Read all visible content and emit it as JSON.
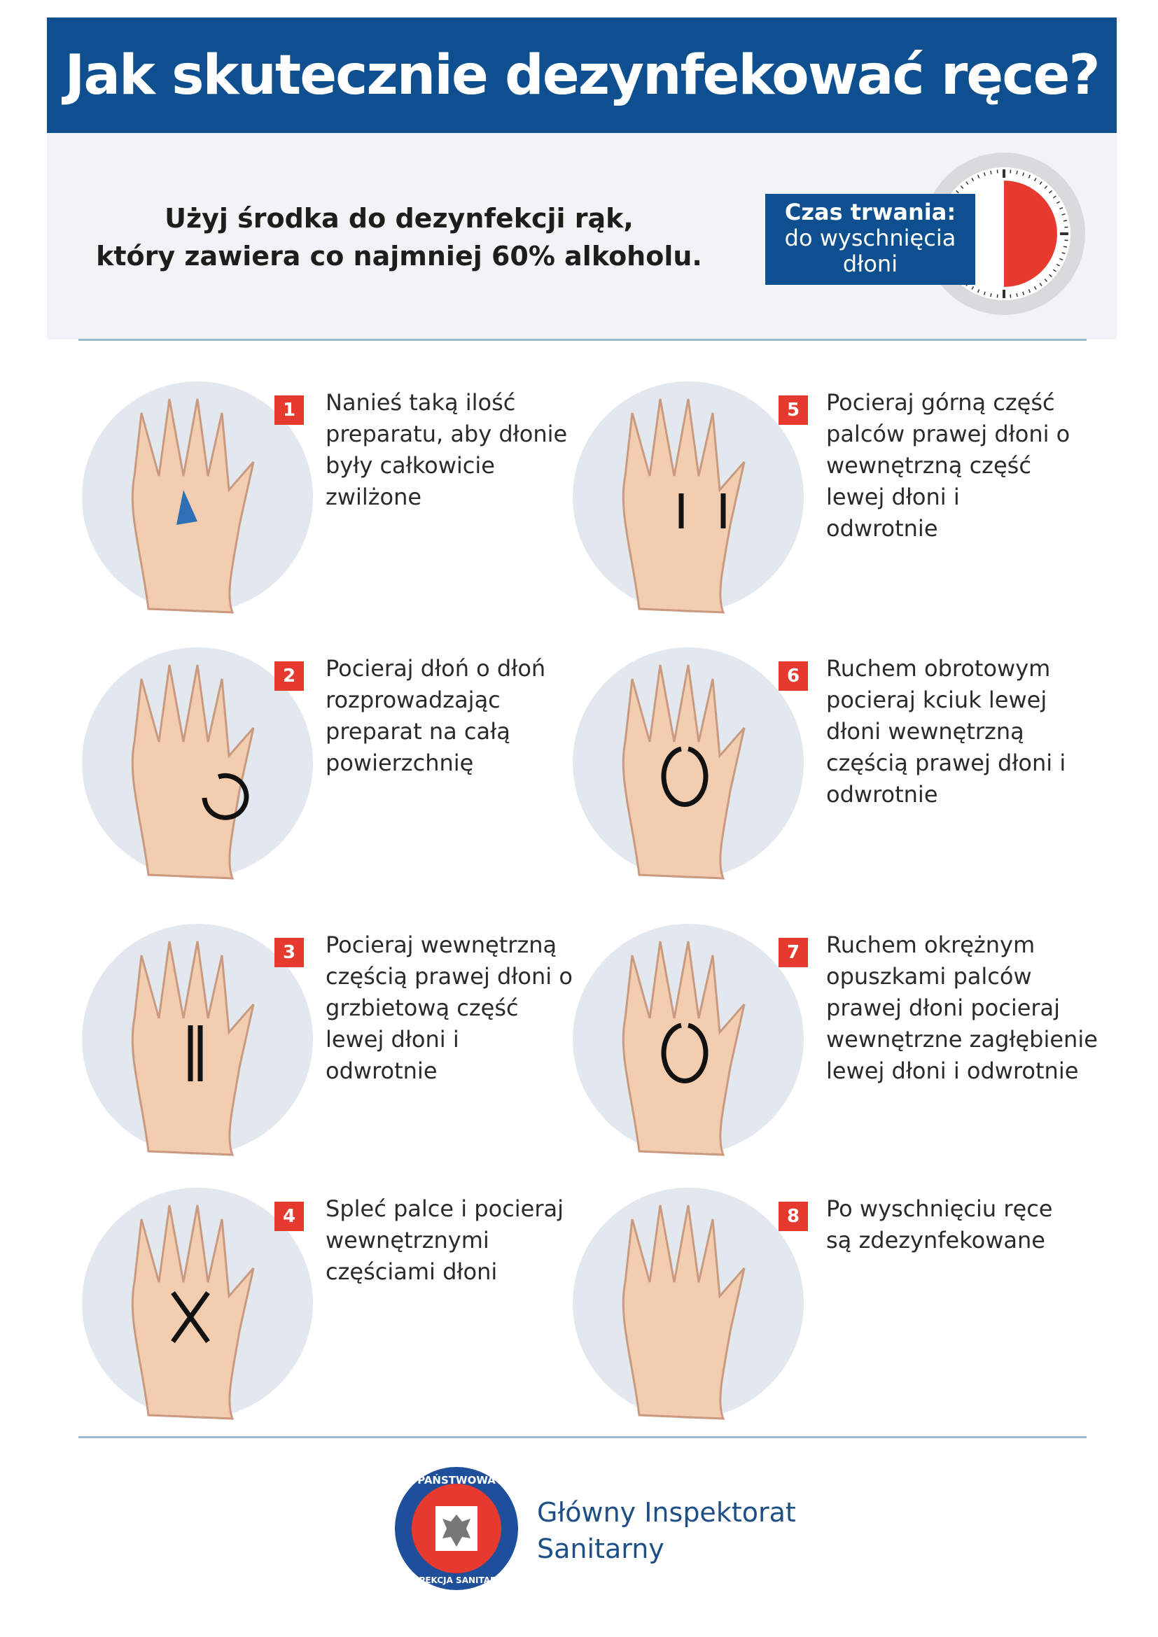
{
  "title": "Jak skutecznie dezynfekować ręce?",
  "subtitle": [
    "Użyj środka do dezynfekcji rąk,",
    "który zawiera co najmniej 60% alkoholu."
  ],
  "duration": {
    "label": "Czas trwania:",
    "line2": "do wyschnięcia",
    "line3": "dłoni",
    "timer_fraction": 0.5
  },
  "steps": [
    {
      "number": "1",
      "text": "Nanieś taką ilość preparatu, aby dłonie były całkowicie zwilżone"
    },
    {
      "number": "2",
      "text": "Pocieraj dłoń o dłoń rozprowadzając preparat na całą powierzchnię"
    },
    {
      "number": "3",
      "text": "Pocieraj wewnętrzną częścią prawej dłoni o grzbietową część lewej dłoni i odwrotnie"
    },
    {
      "number": "4",
      "text": "Spleć palce i pocieraj wewnętrznymi częściami dłoni"
    },
    {
      "number": "5",
      "text": "Pocieraj górną część palców prawej dłoni o wewnętrzną część lewej dłoni i odwrotnie"
    },
    {
      "number": "6",
      "text": "Ruchem obrotowym pocieraj kciuk lewej dłoni wewnętrzną częścią prawej dłoni i odwrotnie"
    },
    {
      "number": "7",
      "text": "Ruchem okrężnym opuszkami palców prawej dłoni pocieraj wewnętrzne zagłębienie lewej dłoni i odwrotnie"
    },
    {
      "number": "8",
      "text": "Po wyschnięciu ręce są zdezynfekowane"
    }
  ],
  "footer": {
    "org_line1": "Główny Inspektorat",
    "org_line2": "Sanitarny",
    "logo_text": "PAŃSTWOWA INSPEKCJA SANITARNA"
  },
  "colors": {
    "blue": "#0d4f8f",
    "red": "#e63a2e",
    "skin": "#f3cdb0"
  }
}
